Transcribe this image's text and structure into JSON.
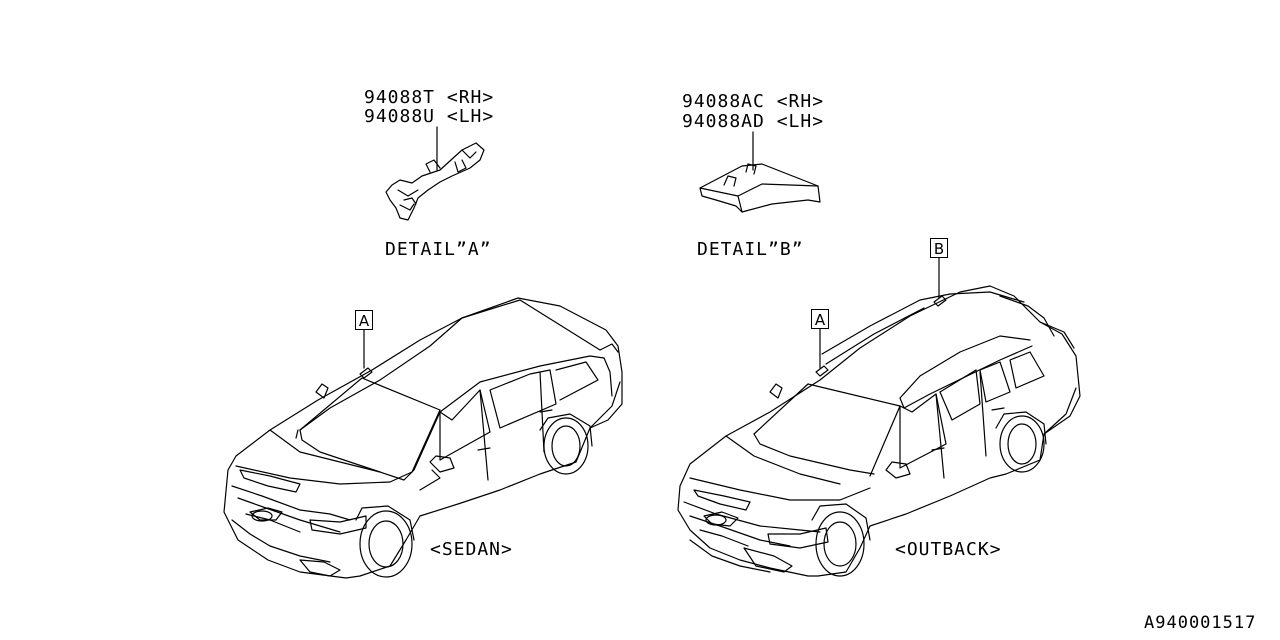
{
  "detail_a": {
    "part_rh": "94088T <RH>",
    "part_lh": "94088U <LH>",
    "caption": "DETAIL”A”"
  },
  "detail_b": {
    "part_rh": "94088AC <RH>",
    "part_lh": "94088AD <LH>",
    "caption": "DETAIL”B”"
  },
  "sedan": {
    "caption": "<SEDAN>",
    "callout_a": "A"
  },
  "outback": {
    "caption": "<OUTBACK>",
    "callout_a": "A",
    "callout_b": "B"
  },
  "figure_id": "A940001517"
}
